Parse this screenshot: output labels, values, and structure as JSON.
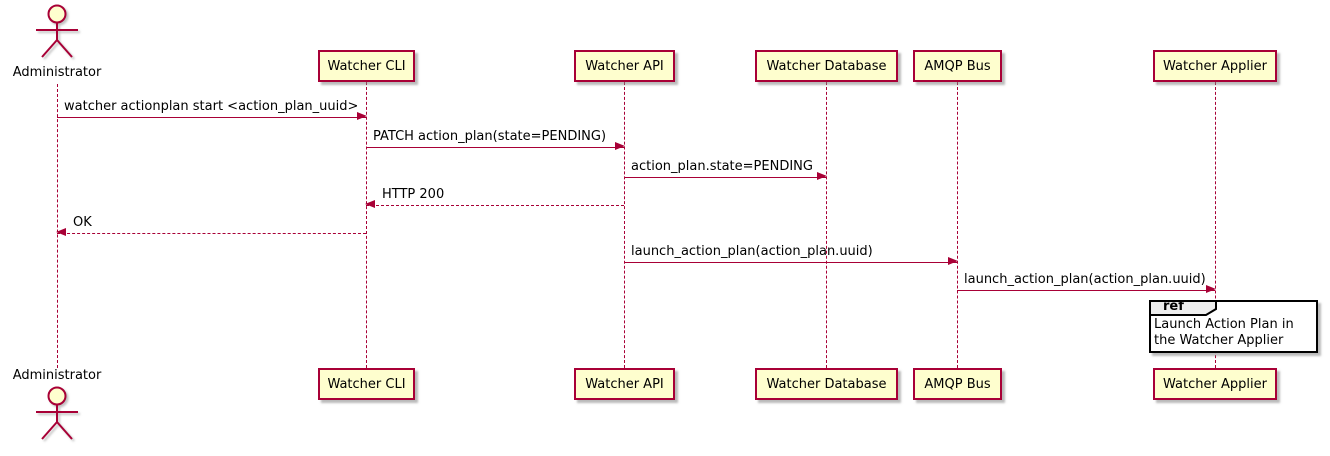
{
  "colors": {
    "line": "#A80036",
    "participant_fill": "#FEFECE",
    "ref_border": "#000000",
    "ref_header_fill": "#EEEEEE",
    "background": "#FFFFFF"
  },
  "actor": {
    "name": "Administrator"
  },
  "participants": [
    {
      "label": "Watcher CLI"
    },
    {
      "label": "Watcher API"
    },
    {
      "label": "Watcher Database"
    },
    {
      "label": "AMQP Bus"
    },
    {
      "label": "Watcher Applier"
    }
  ],
  "messages": [
    {
      "label": "watcher actionplan start <action_plan_uuid>",
      "from": "Administrator",
      "to": "Watcher CLI",
      "type": "solid",
      "direction": "right"
    },
    {
      "label": "PATCH action_plan(state=PENDING)",
      "from": "Watcher CLI",
      "to": "Watcher API",
      "type": "solid",
      "direction": "right"
    },
    {
      "label": "action_plan.state=PENDING",
      "from": "Watcher API",
      "to": "Watcher Database",
      "type": "solid",
      "direction": "right"
    },
    {
      "label": "HTTP 200",
      "from": "Watcher API",
      "to": "Watcher CLI",
      "type": "dashed",
      "direction": "left"
    },
    {
      "label": "OK",
      "from": "Watcher CLI",
      "to": "Administrator",
      "type": "dashed",
      "direction": "left"
    },
    {
      "label": "launch_action_plan(action_plan.uuid)",
      "from": "Watcher API",
      "to": "AMQP Bus",
      "type": "solid",
      "direction": "right"
    },
    {
      "label": "launch_action_plan(action_plan.uuid)",
      "from": "AMQP Bus",
      "to": "Watcher Applier",
      "type": "solid",
      "direction": "right"
    }
  ],
  "ref": {
    "keyword": "ref",
    "text": "Launch Action Plan in the Watcher Applier"
  }
}
